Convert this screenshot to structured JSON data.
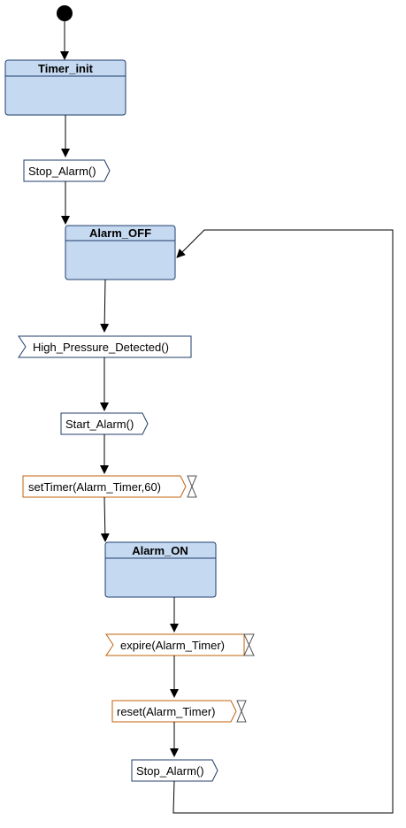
{
  "diagram": {
    "states": {
      "timer_init": "Timer_init",
      "alarm_off": "Alarm_OFF",
      "alarm_on": "Alarm_ON"
    },
    "signals": {
      "stop_alarm_1": "Stop_Alarm()",
      "high_pressure": "High_Pressure_Detected()",
      "start_alarm": "Start_Alarm()",
      "stop_alarm_2": "Stop_Alarm()"
    },
    "timer_actions": {
      "set_timer": "setTimer(Alarm_Timer,60)",
      "expire": "expire(Alarm_Timer)",
      "reset": "reset(Alarm_Timer)"
    },
    "colors": {
      "state_fill": "#c5d9f1",
      "state_border": "#1f3d6b",
      "signal_border": "#1f3d6b",
      "timer_border": "#c0620a"
    }
  }
}
